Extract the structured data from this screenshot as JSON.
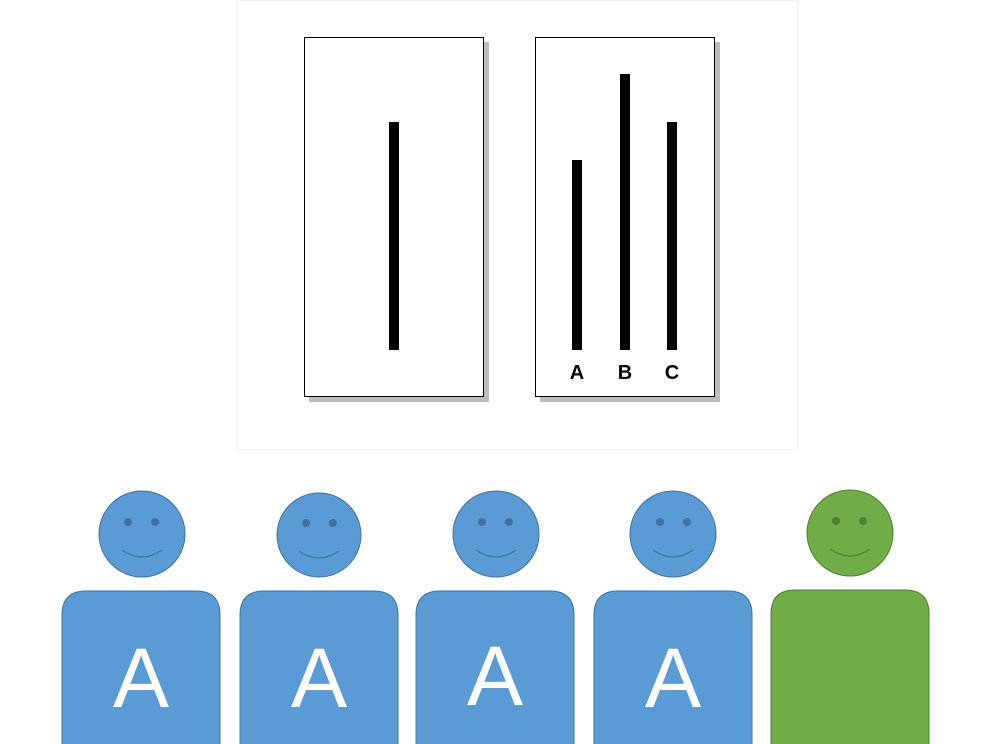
{
  "cards": {
    "reference": {
      "line_length": 1.0
    },
    "comparison": {
      "lines": [
        {
          "label": "A",
          "length": 0.83
        },
        {
          "label": "B",
          "length": 1.21
        },
        {
          "label": "C",
          "length": 1.0
        }
      ]
    }
  },
  "participants": [
    {
      "shirt_letter": "A",
      "color": "#5b9bd5",
      "outline": "#41719c",
      "role": "confederate"
    },
    {
      "shirt_letter": "A",
      "color": "#5b9bd5",
      "outline": "#41719c",
      "role": "confederate"
    },
    {
      "shirt_letter": "A",
      "color": "#5b9bd5",
      "outline": "#41719c",
      "role": "confederate"
    },
    {
      "shirt_letter": "A",
      "color": "#5b9bd5",
      "outline": "#41719c",
      "role": "confederate"
    },
    {
      "shirt_letter": "",
      "color": "#70ad47",
      "outline": "#507e32",
      "role": "participant"
    }
  ]
}
